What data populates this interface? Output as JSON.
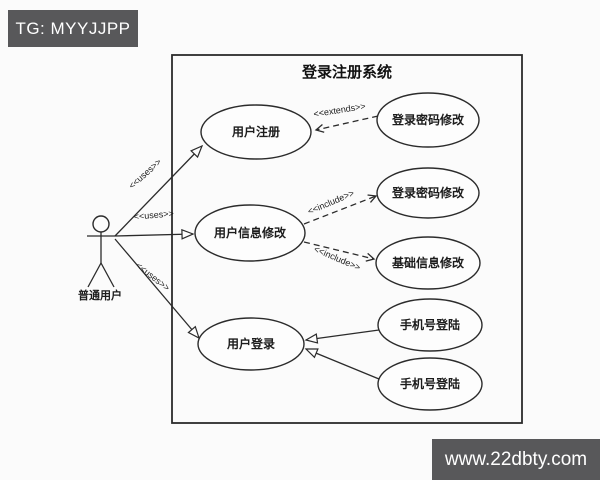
{
  "badge": {
    "label": "TG: MYYJJPP",
    "bg_color": "#58585a",
    "text_color": "#ffffff"
  },
  "watermark": {
    "label": "www.22dbty.com",
    "bg_color": "#58585a",
    "text_color": "#ffffff"
  },
  "colors": {
    "line": "#2b2b2b",
    "background": "#fbfbfb"
  },
  "diagram": {
    "title": "登录注册系统",
    "actor": {
      "label": "普通用户"
    },
    "left_use_cases": [
      {
        "label": "用户注册"
      },
      {
        "label": "用户信息修改"
      },
      {
        "label": "用户登录"
      }
    ],
    "right_use_cases": [
      {
        "label": "登录密码修改"
      },
      {
        "label": "登录密码修改"
      },
      {
        "label": "基础信息修改"
      },
      {
        "label": "手机号登陆"
      },
      {
        "label": "手机号登陆"
      }
    ],
    "relationships": {
      "uses_top": "<<uses>>",
      "uses_middle": "<<uses>>",
      "uses_bottom": "<<uses>>",
      "extends": "<<extends>>",
      "include_top": "<<include>>",
      "include_bottom": "<<include>>"
    }
  }
}
